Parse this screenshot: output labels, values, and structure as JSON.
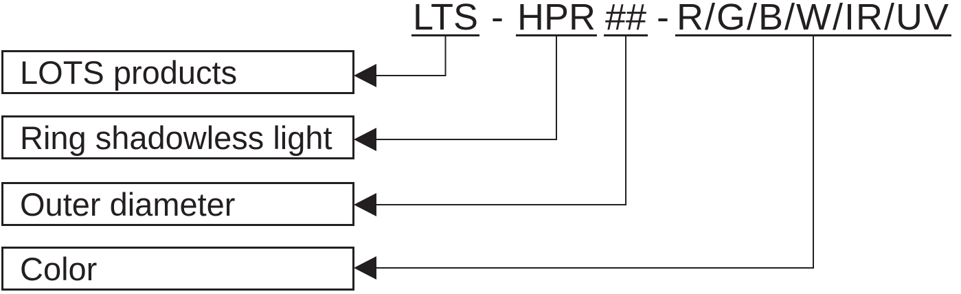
{
  "code": {
    "full": "LTS - HPR ## - R/G/B/W/IR/UV",
    "segments": [
      {
        "text": "LTS",
        "underlined": true,
        "meaning": "LOTS products"
      },
      {
        "text": "-",
        "underlined": false,
        "meaning": ""
      },
      {
        "text": "HPR",
        "underlined": true,
        "meaning": "Ring shadowless light"
      },
      {
        "text": "##",
        "underlined": true,
        "meaning": "Outer diameter"
      },
      {
        "text": "-",
        "underlined": false,
        "meaning": ""
      },
      {
        "text": "R/G/B/W/IR/UV",
        "underlined": true,
        "meaning": "Color"
      }
    ]
  },
  "labels": [
    "LOTS products",
    "Ring shadowless light",
    "Outer diameter",
    "Color"
  ],
  "colors": {
    "ink": "#231f20",
    "background": "#ffffff"
  }
}
